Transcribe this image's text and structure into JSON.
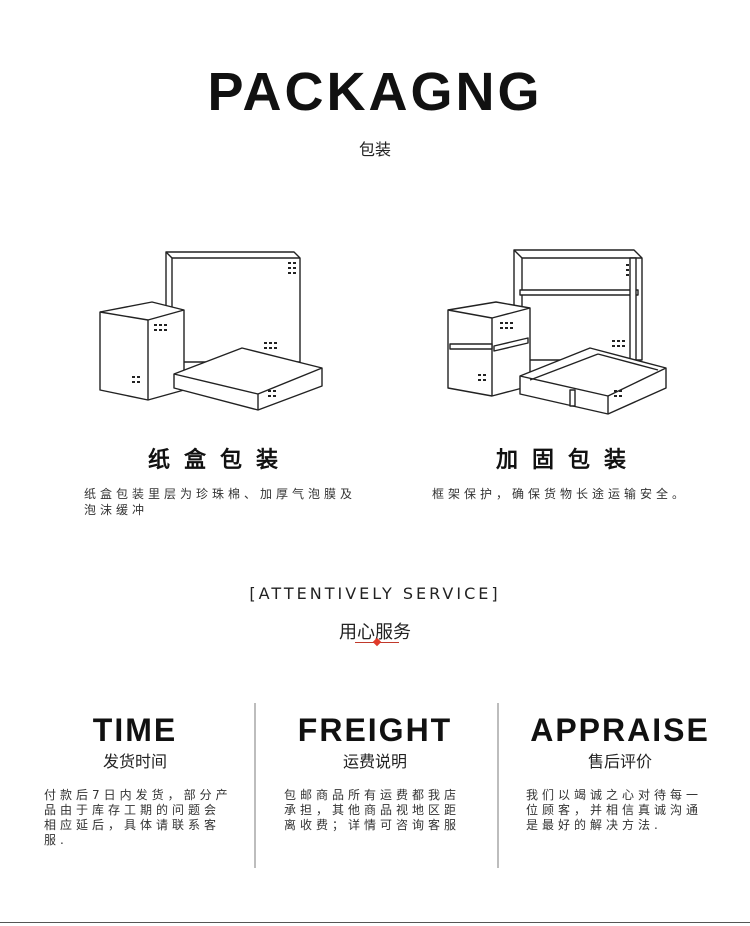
{
  "header": {
    "title": "PACKAGNG",
    "subtitle": "包装"
  },
  "packaging": [
    {
      "title": "纸盒包装",
      "description": "纸盒包装里层为珍珠棉、加厚气泡膜及泡沫缓冲"
    },
    {
      "title": "加固包装",
      "description": "框架保护，确保货物长途运输安全。"
    }
  ],
  "service": {
    "heading": "[ATTENTIVELY SERVICE]",
    "subheading": "用心服务",
    "accent_color": "#e03a2a"
  },
  "columns": [
    {
      "title": "TIME",
      "subtitle": "发货时间",
      "body": "付款后7日内发货，部分产品由于库存工期的问题会相应延后，具体请联系客服."
    },
    {
      "title": "FREIGHT",
      "subtitle": "运费说明",
      "body": "包邮商品所有运费都我店承担，其他商品视地区距离收费；详情可咨询客服"
    },
    {
      "title": "APPRAISE",
      "subtitle": "售后评价",
      "body": "我们以竭诚之心对待每一位顾客，并相信真诚沟通是最好的解决方法."
    }
  ]
}
